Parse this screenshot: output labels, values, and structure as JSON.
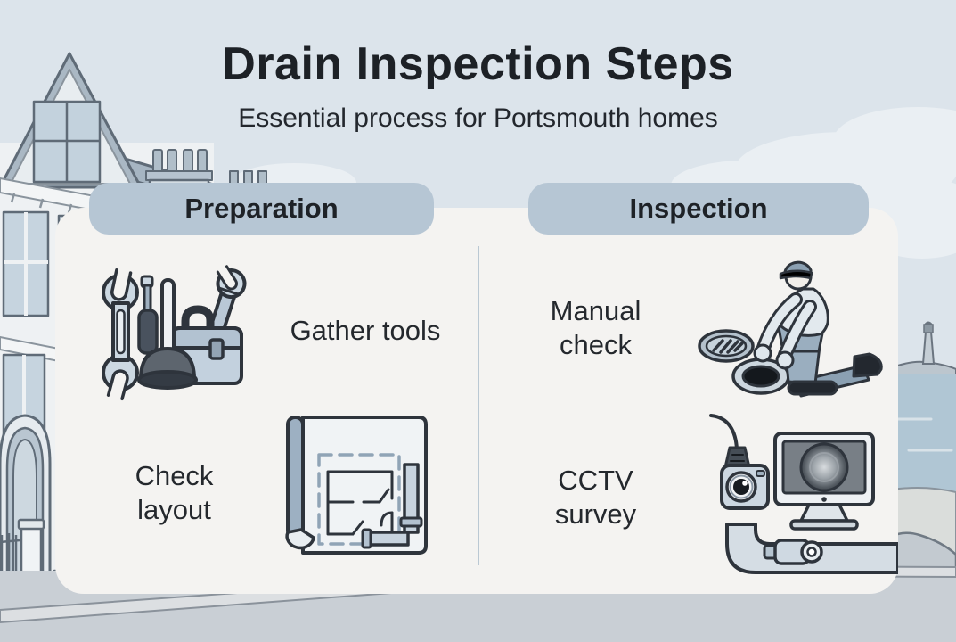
{
  "title": "Drain Inspection Steps",
  "subtitle": "Essential process for Portsmouth homes",
  "columns": [
    {
      "header": "Preparation",
      "steps": [
        {
          "label": "Gather tools",
          "icon": "tools-icon"
        },
        {
          "label": "Check layout",
          "icon": "blueprint-icon"
        }
      ]
    },
    {
      "header": "Inspection",
      "steps": [
        {
          "label": "Manual check",
          "icon": "manhole-worker-icon"
        },
        {
          "label": "CCTV survey",
          "icon": "cctv-camera-icon"
        }
      ]
    }
  ],
  "scene": {
    "left_background": "victorian-house",
    "right_background": "coastline-with-lighthouse",
    "bottom": "pavement"
  },
  "colors": {
    "sky": "#dce4eb",
    "cloud": "#eaeff3",
    "panel": "#f4f3f1",
    "pill": "#b6c6d4",
    "text": "#22262b",
    "outline": "#2e343c",
    "fill_light": "#ccd8e2",
    "fill_mid": "#9aaebf",
    "sea": "#b0c6d4",
    "pavement": "#c9cfd5"
  }
}
